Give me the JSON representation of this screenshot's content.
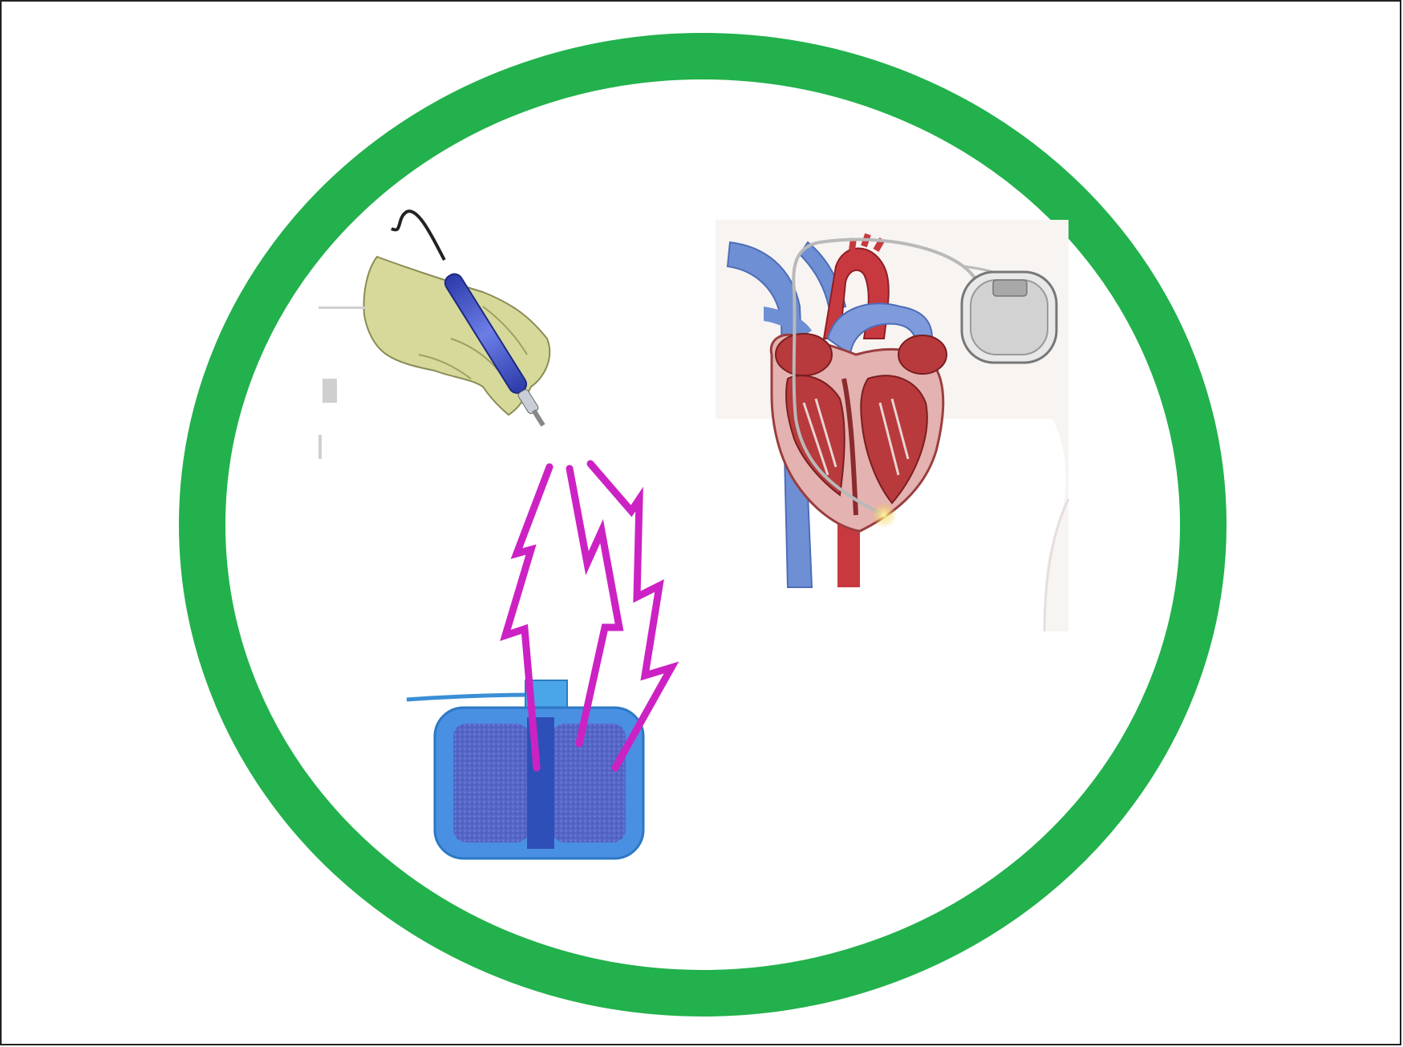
{
  "figure": {
    "ring_color": "#22b14c",
    "bolt_color": "#cc22c4",
    "pad_color": "#4a90e2",
    "pad_fabric_color": "#4d5fc4",
    "glove_color": "#d6d99a",
    "pen_color": "#3a4fc8",
    "artery_color": "#c8393f",
    "vein_color": "#6f8fd4",
    "pacemaker_color": "#dcdcdc"
  },
  "elements": {
    "ring": "green-circle-boundary",
    "left_illustration": "electrosurgical-pen-in-gloved-hand",
    "discharge": "magenta-lightning-bolts",
    "return_pad": "grounding-pad-electrode",
    "right_illustration": "heart-with-implanted-pacemaker-and-lead"
  }
}
